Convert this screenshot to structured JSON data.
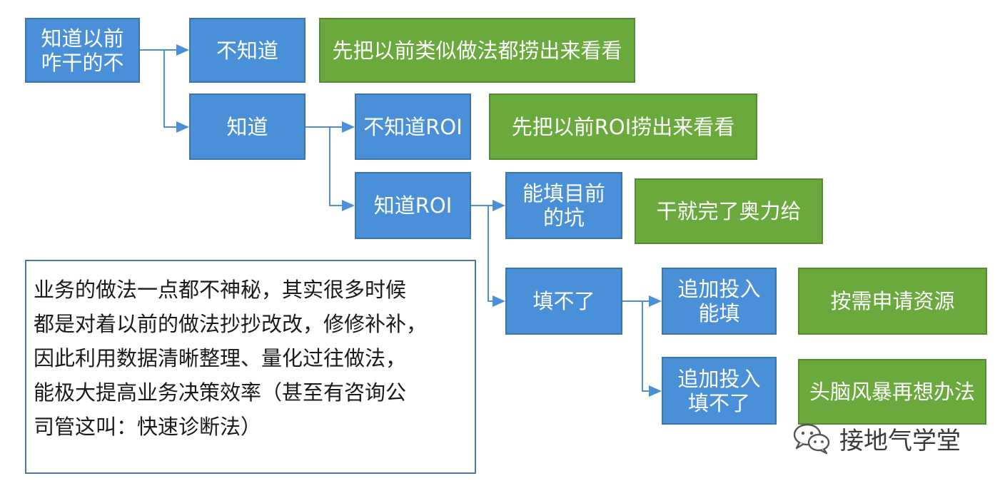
{
  "nodes": {
    "root": "知道以前\n咋干的不",
    "not_know": "不知道",
    "not_know_action": "先把以前类似做法都捞出来看看",
    "know": "知道",
    "not_know_roi": "不知道ROI",
    "not_know_roi_action": "先把以前ROI捞出来看看",
    "know_roi": "知道ROI",
    "can_fill": "能填目前\n的坑",
    "can_fill_action": "干就完了奥力给",
    "cannot_fill": "填不了",
    "invest_can": "追加投入\n能填",
    "invest_can_action": "按需申请资源",
    "invest_cannot": "追加投入\n填不了",
    "invest_cannot_action": "头脑风暴再想办法"
  },
  "note": {
    "lines": [
      "业务的做法一点都不神秘，其实很多时候",
      "都是对着以前的做法抄抄改改，修修补补，",
      "因此利用数据清晰整理、量化过往做法，",
      "能极大提高业务决策效率（甚至有咨询公",
      "司管这叫：快速诊断法）"
    ]
  },
  "watermark": {
    "text": "接地气学堂",
    "icon": "wechat-icon"
  },
  "colors": {
    "blue_box": "#4a90d9",
    "green_box": "#6aaa3c",
    "connector": "#4a90d9",
    "note_border": "#4a76a8"
  }
}
